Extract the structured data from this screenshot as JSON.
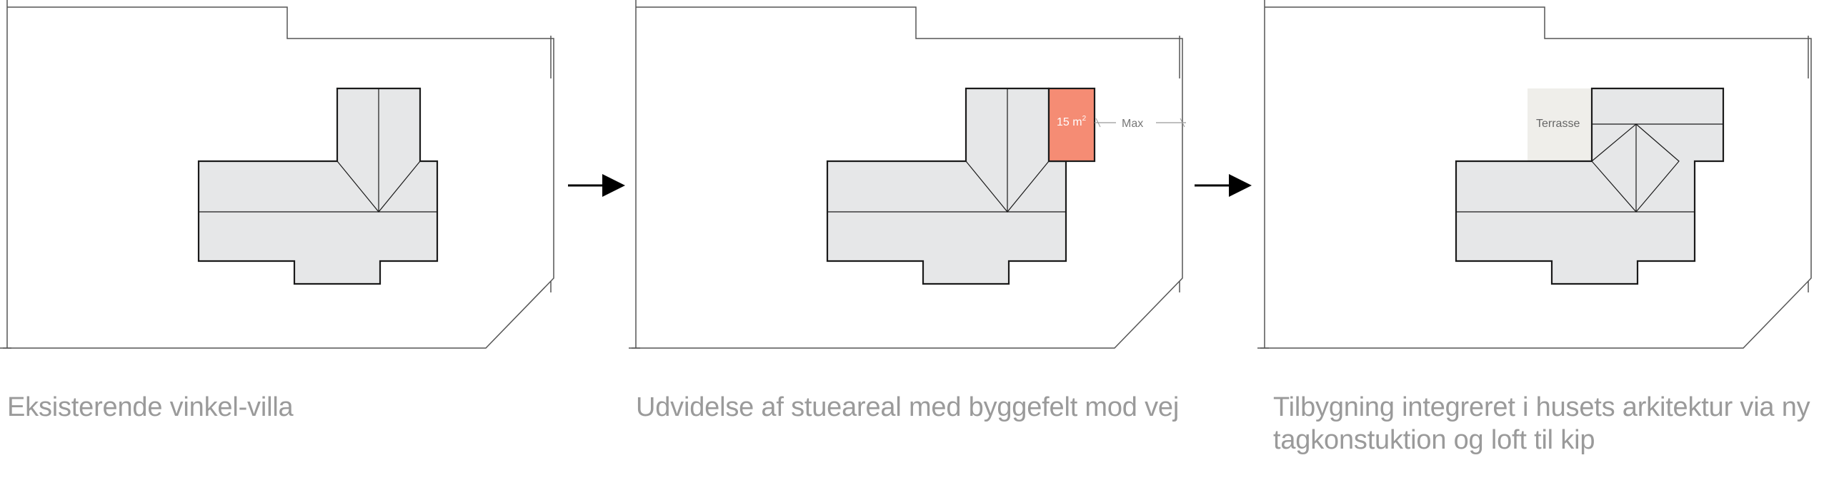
{
  "panels": [
    {
      "caption": "Eksisterende vinkel-villa",
      "captionIcon": "house-plan-existing"
    },
    {
      "caption": "Udvidelse af stueareal med byggefelt mod vej",
      "extension": {
        "area_label": "15 m",
        "area_superscript": "2",
        "max_label": "Max",
        "fill_color": "#F58C74"
      }
    },
    {
      "caption": "Tilbygning integreret i husets arkitektur via ny tagkonstuktion og loft til kip",
      "terrace": {
        "label": "Terrasse",
        "fill_color": "#EFEEEA"
      }
    }
  ],
  "colors": {
    "roof_fill": "#E6E7E8",
    "line": "#1a1a1a",
    "caption_text": "#9a9a9a"
  }
}
